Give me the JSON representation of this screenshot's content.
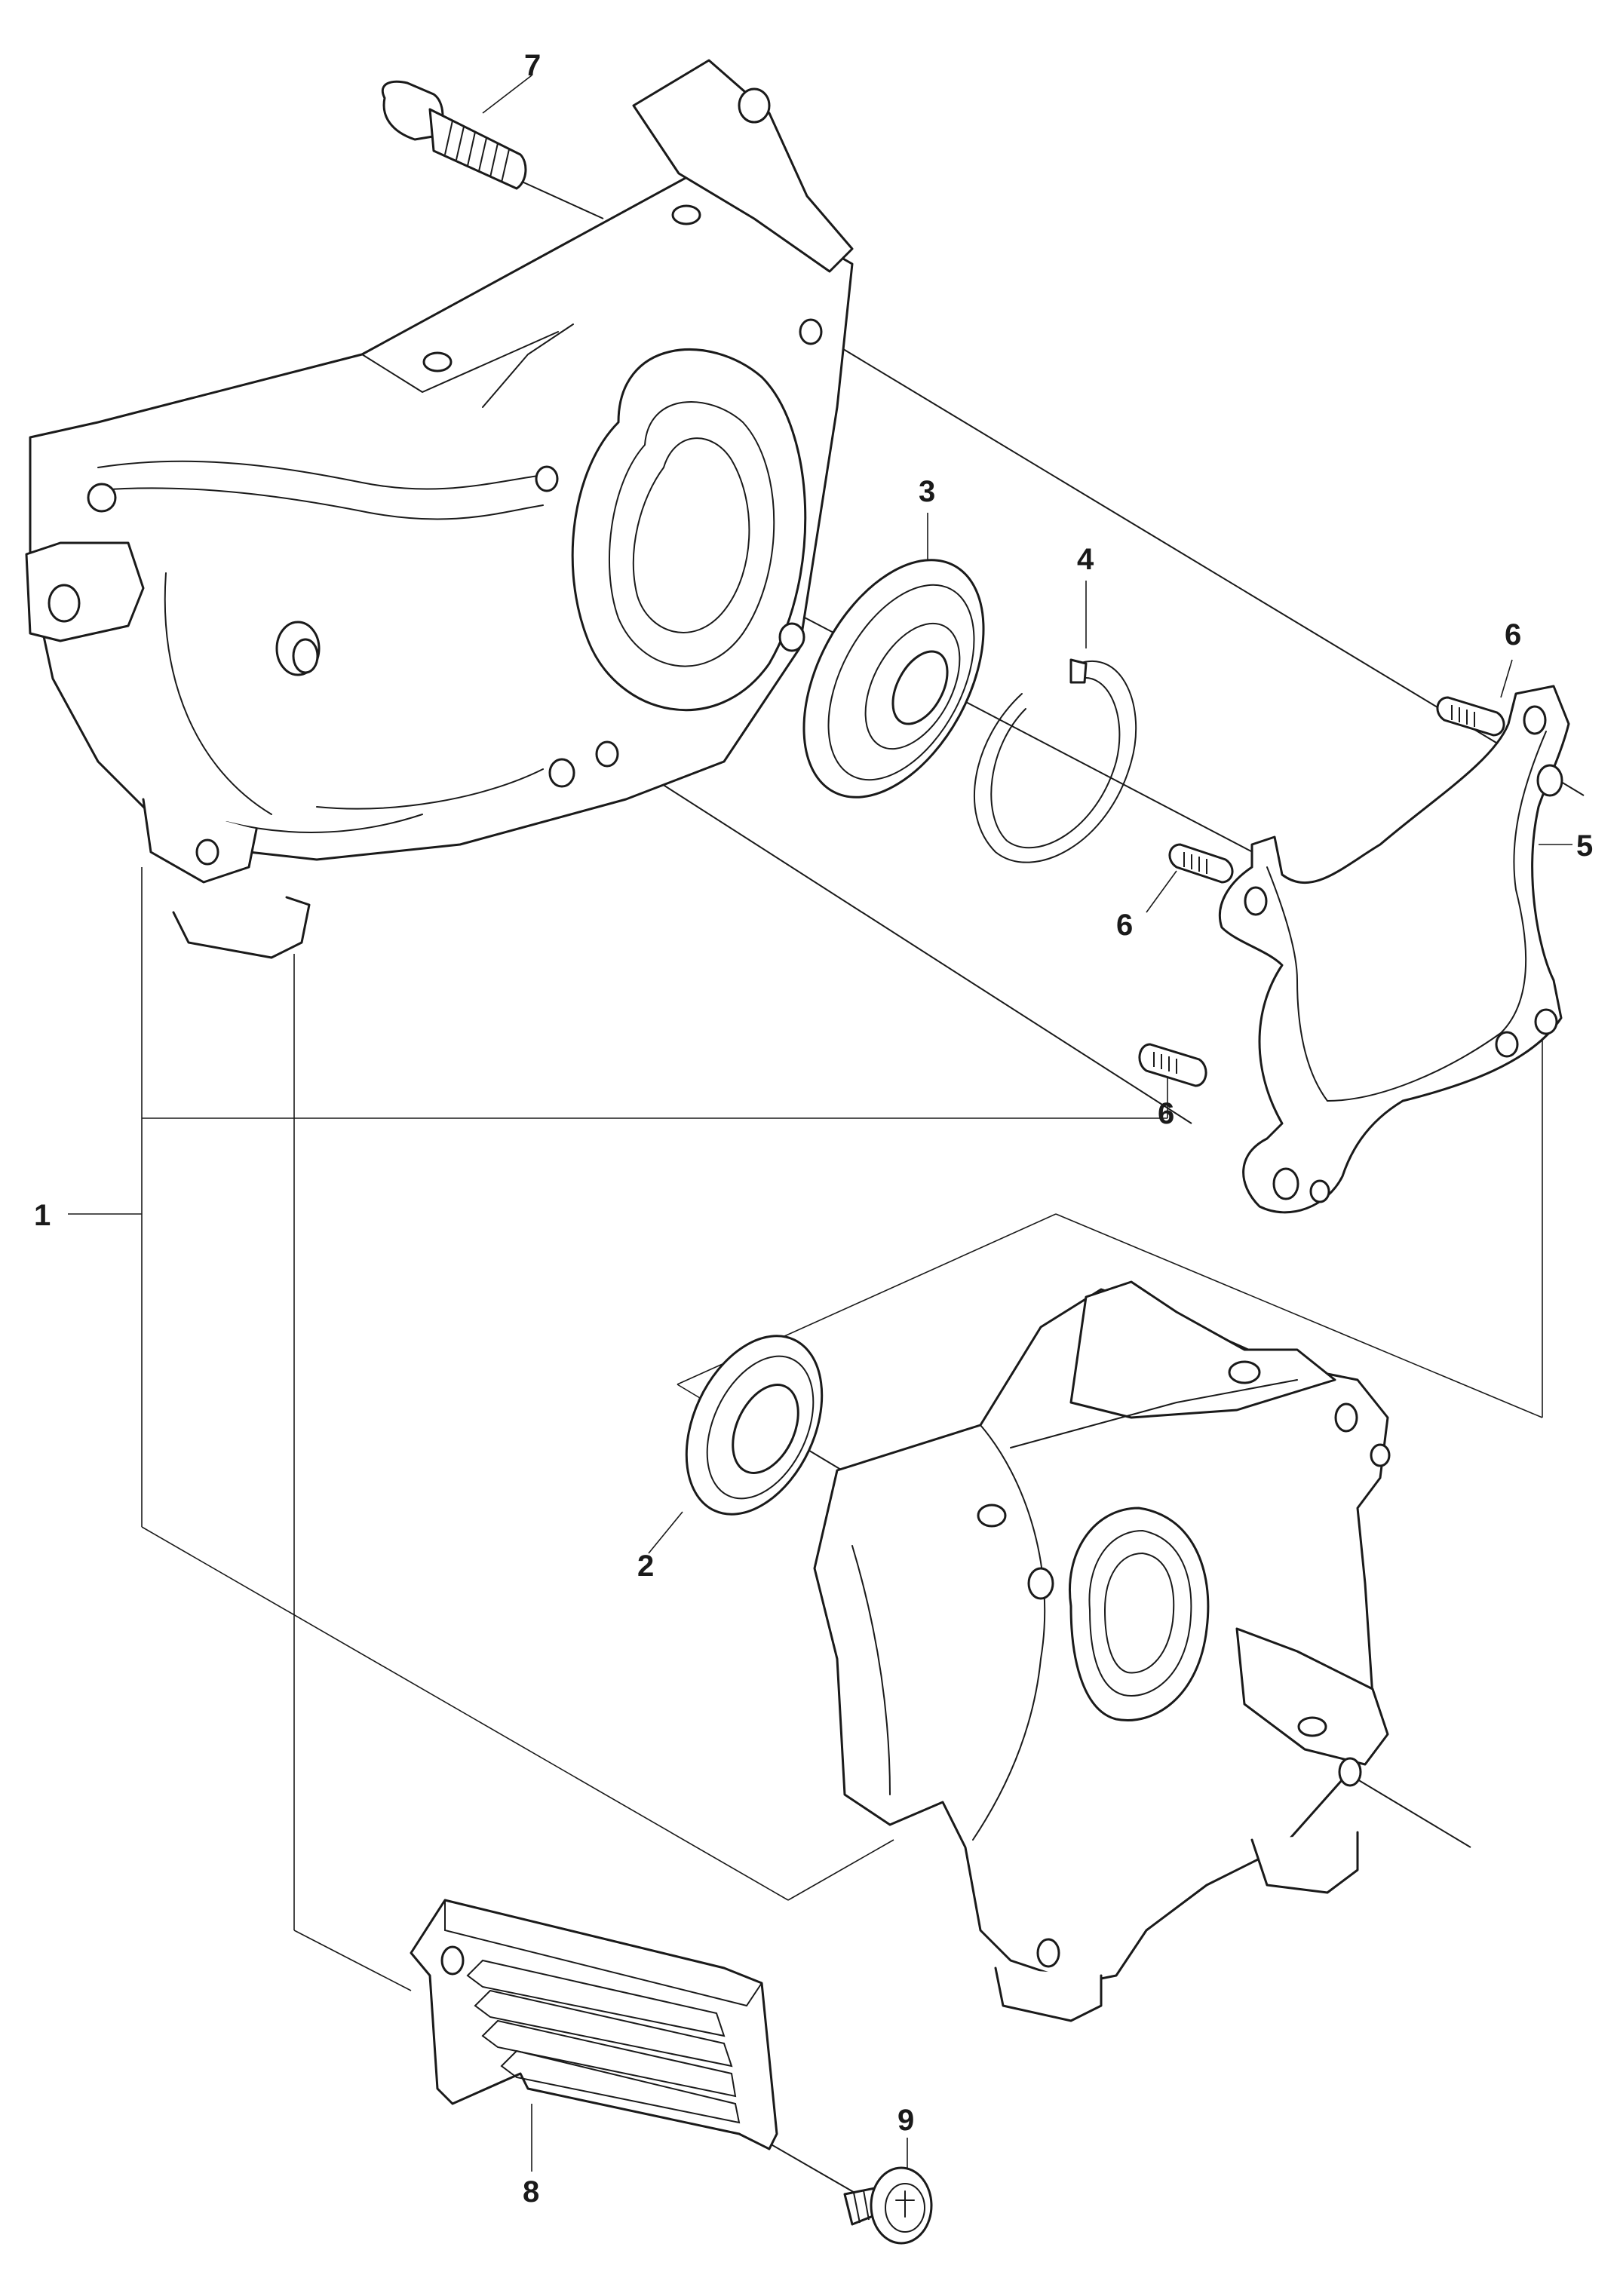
{
  "callouts": [
    {
      "id": "c7",
      "label": "7"
    },
    {
      "id": "c3",
      "label": "3"
    },
    {
      "id": "c4",
      "label": "4"
    },
    {
      "id": "c6a",
      "label": "6"
    },
    {
      "id": "c5",
      "label": "5"
    },
    {
      "id": "c6b",
      "label": "6"
    },
    {
      "id": "c6c",
      "label": "6"
    },
    {
      "id": "c1",
      "label": "1"
    },
    {
      "id": "c2",
      "label": "2"
    },
    {
      "id": "c9",
      "label": "9"
    },
    {
      "id": "c8",
      "label": "8"
    }
  ]
}
